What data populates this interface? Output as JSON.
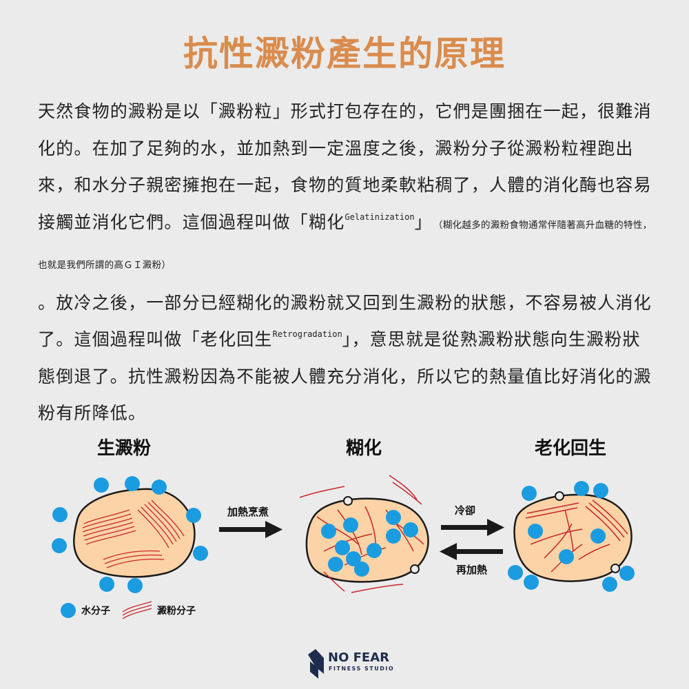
{
  "title": "抗性澱粉產生的原理",
  "paragraph": {
    "p1": "天然食物的澱粉是以「澱粉粒」形式打包存在的，它們是團捆在一起，很難消化的。在加了足夠的水，並加熱到一定溫度之後，澱粉分子從澱粉粒裡跑出來，和水分子親密擁抱在一起，食物的質地柔軟粘稠了，人體的消化酶也容易接觸並消化它們。這個過程叫做「糊化",
    "gel_term": "Gelatinization",
    "p2": "」",
    "note": "（糊化越多的澱粉食物通常伴隨著高升血糖的特性，也就是我們所謂的高ＧＩ澱粉）",
    "p3": "。放冷之後，一部分已經糊化的澱粉就又回到生澱粉的狀態，不容易被人消化了。這個過程叫做「老化回生",
    "retro_term": "Retrogradation",
    "p4": "」，意思就是從熟澱粉狀態向生澱粉狀態倒退了。抗性澱粉因為不能被人體充分消化，所以它的熱量值比好消化的澱粉有所降低。"
  },
  "diagram": {
    "stage_raw": "生澱粉",
    "stage_gel": "糊化",
    "stage_retro": "老化回生",
    "arrow_heat": "加熱烹煮",
    "arrow_cool": "冷卻",
    "arrow_reheat": "再加熱",
    "legend_water": "水分子",
    "legend_starch": "澱粉分子",
    "colors": {
      "granule": "#fbd3a6",
      "water": "#1b9ce0",
      "starch": "#c8262b",
      "outline": "#1a1a1a",
      "title": "#d98c4e"
    }
  },
  "brand": {
    "name": "NO FEAR",
    "sub": "FITNESS STUDIO"
  }
}
